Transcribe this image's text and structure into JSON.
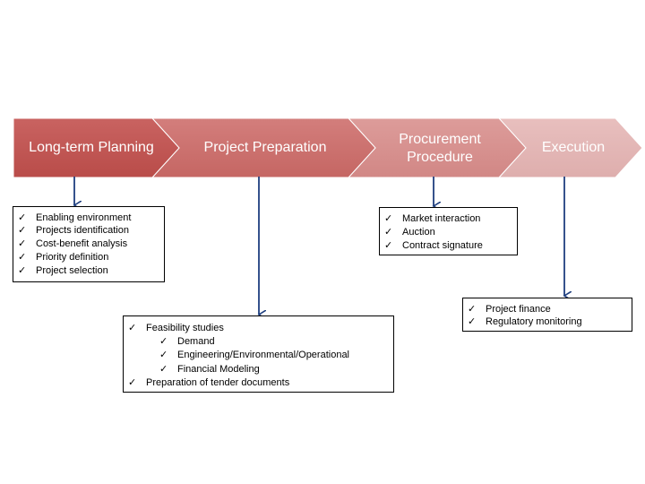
{
  "stages": [
    {
      "label": "Long-term Planning",
      "color": "#C0504D"
    },
    {
      "label": "Project Preparation",
      "color": "#CC6E6B"
    },
    {
      "label": "Procurement\nProcedure",
      "color": "#D78E8C"
    },
    {
      "label": "Execution",
      "color": "#E3B3B2"
    }
  ],
  "connector_color": "#1F3F7F",
  "check_glyph": "✓",
  "boxes": {
    "planning": {
      "items": [
        "Enabling environment",
        "Projects identification",
        "Cost-benefit analysis",
        "Priority definition",
        "Project selection"
      ]
    },
    "preparation": {
      "items": [
        {
          "text": "Feasibility studies"
        },
        {
          "text": "Demand"
        },
        {
          "text": "Engineering/Environmental/Operational"
        },
        {
          "text": "Financial Modeling"
        },
        {
          "text": "Preparation of tender documents"
        }
      ]
    },
    "procurement": {
      "items": [
        "Market interaction",
        "Auction",
        "Contract signature"
      ]
    },
    "execution": {
      "items": [
        "Project finance",
        "Regulatory monitoring"
      ]
    }
  }
}
